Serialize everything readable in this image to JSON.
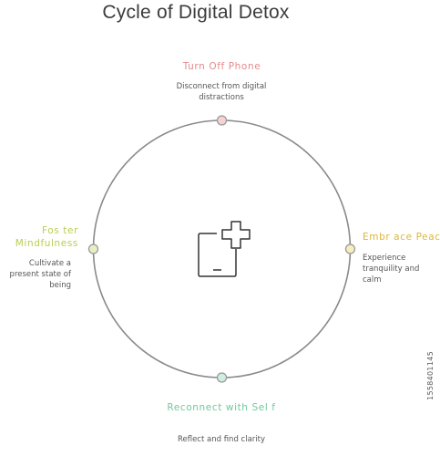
{
  "title": "Cycle of Digital Detox",
  "colors": {
    "ring": "#8a8a8a",
    "top": "#e8898c",
    "right": "#e2c24a",
    "bottom": "#6ec9a0",
    "left": "#b7cf52",
    "icon": "#333333"
  },
  "center_icon": "phone-with-plus-icon",
  "stages": {
    "top": {
      "label": "Turn Off Phone",
      "description": "Disconnect from digital distractions"
    },
    "right": {
      "label": "Embr ace Peace",
      "description": "Experience tranquility and calm"
    },
    "bottom": {
      "label": "Reconnect with Sel f",
      "description": "Reflect and find clarity"
    },
    "left": {
      "label": "Fos ter Mindfulness",
      "description": "Cultivate a present state of being"
    }
  },
  "watermark": "1558401145"
}
